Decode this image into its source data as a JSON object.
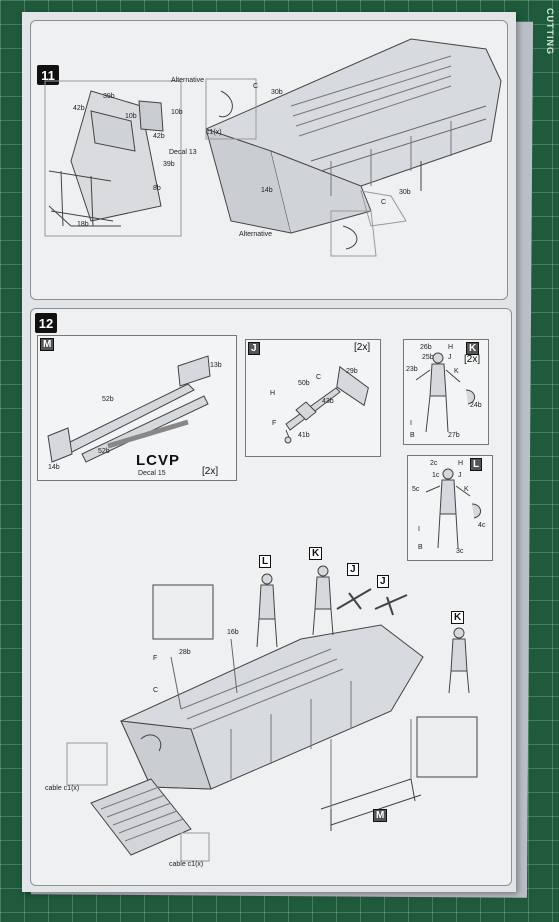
{
  "mat": {
    "print": "CUTTING"
  },
  "step11": {
    "number": "11",
    "labels": {
      "alternative_top": "Alternative",
      "alternative_bottom": "Alternative",
      "p42a": "42b",
      "p39a": "39b",
      "p10a": "10b",
      "p10b": "10b",
      "p42b": "42b",
      "p39b": "39b",
      "p8": "8b",
      "p18": "18b",
      "decal": "Decal 13",
      "p30a": "30b",
      "p30b": "30b",
      "p14": "14b",
      "c_a": "C",
      "c_b": "C",
      "c_x": "c1(x)"
    }
  },
  "step12": {
    "number": "12",
    "sub_m": {
      "tag": "M",
      "labels": {
        "p13": "13b",
        "p52a": "52b",
        "p52b": "52b",
        "p14": "14b"
      },
      "lcvp": "LCVP",
      "decal": "Decal 15",
      "mult": "[2x]"
    },
    "sub_j": {
      "tag": "J",
      "mult": "[2x]",
      "labels": {
        "p29": "29b",
        "p50": "50b",
        "p43": "43b",
        "p41": "41b",
        "h": "H",
        "c": "C",
        "f": "F"
      }
    },
    "sub_k": {
      "tag": "K",
      "mult": "[2x]",
      "labels": {
        "p26": "26b",
        "p25": "25b",
        "p23": "23b",
        "p24": "24b",
        "p27": "27b",
        "h": "H",
        "j": "J",
        "k": "K",
        "i": "I",
        "b": "B"
      }
    },
    "sub_l": {
      "tag": "L",
      "labels": {
        "p2": "2c",
        "p1": "1c",
        "p5": "5c",
        "p4": "4c",
        "p3": "3c",
        "h": "H",
        "j": "J",
        "k": "K",
        "i": "I",
        "b": "B"
      }
    },
    "main": {
      "tag_l": "L",
      "tag_k1": "K",
      "tag_j1": "J",
      "tag_j2": "J",
      "tag_k2": "K",
      "tag_m": "M",
      "p16": "16b",
      "p28": "28b",
      "f": "F",
      "c": "C",
      "cable_a": "cable c1(x)",
      "cable_b": "cable c1(x)"
    }
  }
}
